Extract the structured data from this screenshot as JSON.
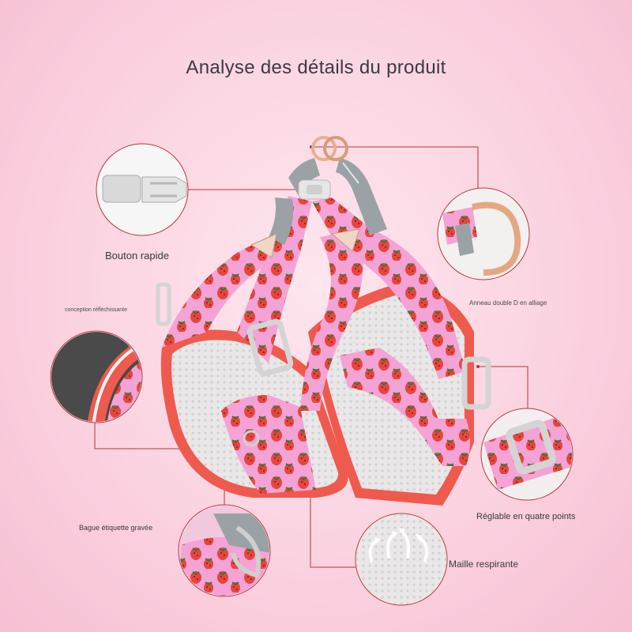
{
  "title": "Analyse des détails du produit",
  "labels": {
    "quick_button": "Bouton rapide",
    "reflective": "conception réfléchissante",
    "d_ring": "Anneau double D en alliage",
    "adjustable": "Réglable en quatre points",
    "engraved_tag": "Bague étiquette gravée",
    "mesh": "Maille respirante"
  },
  "colors": {
    "background": "#fbd3e1",
    "fabric_pink": "#f4a3d6",
    "strawberry_red": "#e8453c",
    "trim_coral": "#ef5a4e",
    "mesh_grey": "#e6e4e4",
    "buckle_grey": "#d8d8d8",
    "ring_gold": "#e8b08a",
    "callout_line": "#b8333a"
  }
}
